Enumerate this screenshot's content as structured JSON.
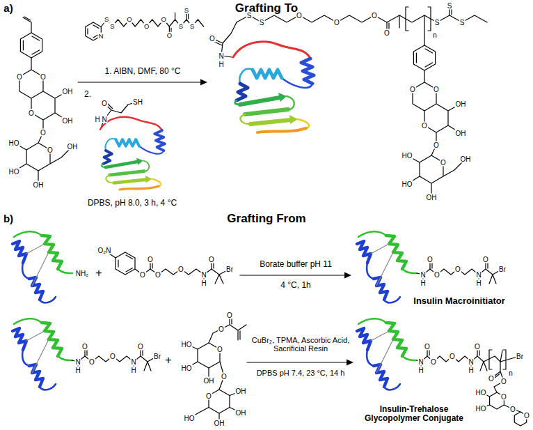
{
  "diagram": {
    "labels": [
      "a)",
      "Grafting To",
      "O",
      "O",
      "OH",
      "OH",
      "O",
      "O",
      "O",
      "OH",
      "HO",
      "HO",
      "OH",
      "N",
      "S",
      "S",
      "O",
      "O",
      "O",
      "O",
      "S",
      "S",
      "S",
      "1. AIBN, DMF, 80 °C",
      "2.",
      "H",
      "N",
      "O",
      "SH",
      "DPBS, pH 8.0, 3 h, 4 °C",
      "N",
      "H",
      "O",
      "S",
      "S",
      "O",
      "O",
      "O",
      "O",
      "n",
      "S",
      "S",
      "S",
      "O",
      "O",
      "OH",
      "OH",
      "O",
      "O",
      "O",
      "OH",
      "HO",
      "HO",
      "OH",
      "b)",
      "Grafting From",
      "NH₂",
      "+",
      "O₂N",
      "O",
      "O",
      "O",
      "O",
      "N",
      "H",
      "O",
      "Br",
      "Borate buffer pH 11",
      "4 °C, 1h",
      "N",
      "H",
      "O",
      "O",
      "O",
      "N",
      "H",
      "O",
      "Br",
      "Insulin Macroinitiator",
      "N",
      "H",
      "O",
      "O",
      "O",
      "N",
      "H",
      "O",
      "Br",
      "+",
      "O",
      "O",
      "O",
      "HO",
      "HO",
      "OH",
      "O",
      "O",
      "OH",
      "OH",
      "OH",
      "HO",
      "CuBr₂, TPMA, Ascorbic Acid, Sacrificial Resin",
      "DPBS pH 7.4, 23 °C, 14 h",
      "N",
      "H",
      "O",
      "O",
      "O",
      "N",
      "H",
      "O",
      "n",
      "Br",
      "O",
      "O",
      "O",
      "HO",
      "HO",
      "O",
      "O",
      "Insulin-Trehalose Glycopolymer Conjugate"
    ]
  }
}
